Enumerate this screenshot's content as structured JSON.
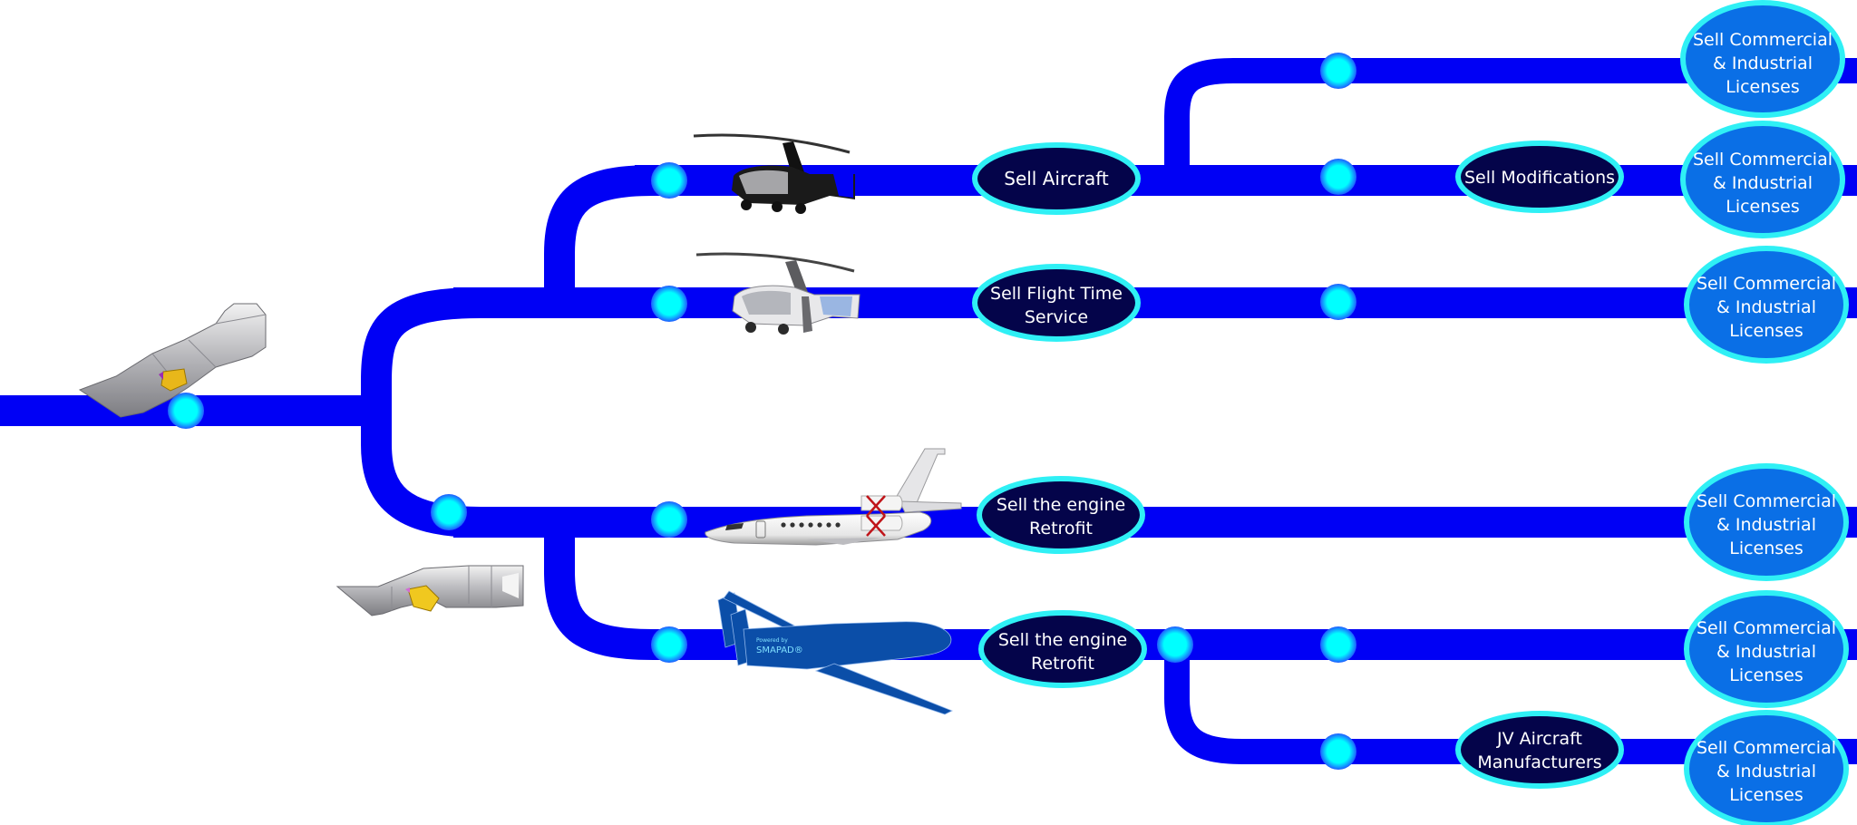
{
  "colors": {
    "track": "#0000f5",
    "dot_core": "#00ffff",
    "dot_edge": "#1f5cff",
    "node_dark_fill": "#04044a",
    "node_license_fill": "#0a6fe6",
    "node_border": "#2ff0f5",
    "text": "#ffffff"
  },
  "images": {
    "engine_top": "engine-icon",
    "engine_bottom": "engine-icon",
    "helicopter_black": "gyrocopter-black-image",
    "helicopter_white": "gyrocopter-white-image",
    "business_jet": "business-jet-image",
    "drone": "uav-drone-image",
    "drone_badge_line1": "Powered by",
    "drone_badge_line2": "SMAPAD®"
  },
  "nodes": {
    "sell_aircraft": [
      "Sell Aircraft"
    ],
    "sell_modifications": [
      "Sell Modifications"
    ],
    "sell_flight_time": [
      "Sell Flight Time",
      "Service"
    ],
    "sell_engine_retrofit_jet": [
      "Sell the engine",
      "Retrofit"
    ],
    "sell_engine_retrofit_drone": [
      "Sell the engine",
      "Retrofit"
    ],
    "jv_aircraft": [
      "JV Aircraft",
      "Manufacturers"
    ],
    "licenses": [
      [
        "Sell Commercial",
        "& Industrial",
        "Licenses"
      ],
      [
        "Sell Commercial",
        "& Industrial",
        "Licenses"
      ],
      [
        "Sell Commercial",
        "& Industrial",
        "Licenses"
      ],
      [
        "Sell Commercial",
        "& Industrial",
        "Licenses"
      ],
      [
        "Sell Commercial",
        "& Industrial",
        "Licenses"
      ],
      [
        "Sell Commercial",
        "& Industrial",
        "Licenses"
      ]
    ]
  }
}
